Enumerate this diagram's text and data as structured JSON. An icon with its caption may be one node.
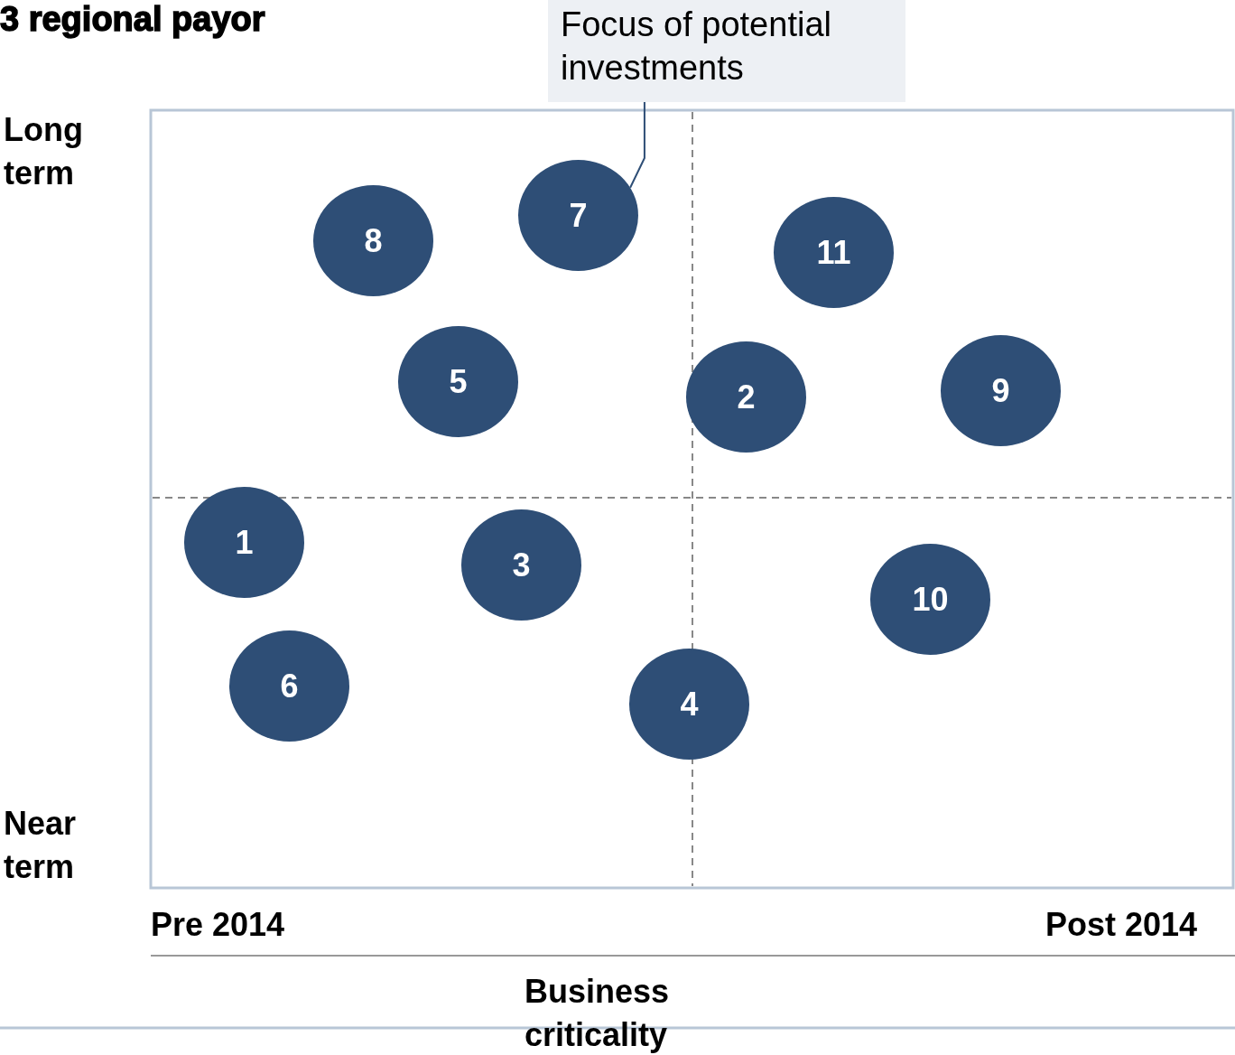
{
  "diagram": {
    "title": "3 regional payor",
    "nodes": [
      {
        "text": [
          "Focus of potential investments"
        ]
      },
      {
        "text": [
          "1"
        ]
      },
      {
        "text": [
          "2"
        ]
      },
      {
        "text": [
          "3"
        ]
      },
      {
        "text": [
          "4"
        ]
      },
      {
        "text": [
          "5"
        ]
      },
      {
        "text": [
          "6"
        ]
      },
      {
        "text": [
          "7"
        ]
      },
      {
        "text": [
          "8"
        ]
      },
      {
        "text": [
          "9"
        ]
      },
      {
        "text": [
          "10"
        ]
      },
      {
        "text": [
          "11"
        ]
      }
    ],
    "edges": [
      {
        "from": 0,
        "to": 7,
        "arrow": "none"
      }
    ],
    "labels": [
      "Long term",
      "Near term",
      "Pre 2014",
      "Post 2014",
      "Business criticality"
    ]
  }
}
